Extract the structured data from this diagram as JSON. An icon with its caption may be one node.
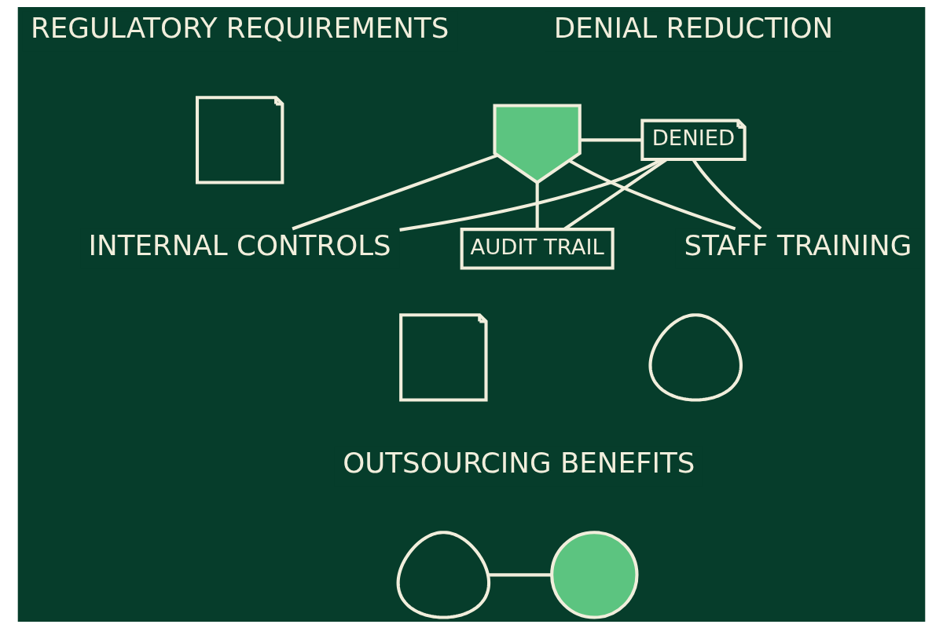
{
  "diagram": {
    "nodes": [
      {
        "text": [],
        "shape": "box"
      },
      {
        "text": [],
        "shape": "shield"
      },
      {
        "text": [
          "DENIED"
        ]
      },
      {
        "text": [
          "INTERNAL CONTROLS"
        ]
      },
      {
        "text": [
          "AUDIT TRAIL"
        ]
      },
      {
        "text": [
          "STAFF TRAINING"
        ]
      },
      {
        "text": [],
        "shape": "box"
      },
      {
        "text": [],
        "shape": "person"
      },
      {
        "text": [],
        "shape": "person"
      },
      {
        "text": [],
        "shape": "circle"
      }
    ],
    "edges": [
      {
        "from": 1,
        "to": 2,
        "arrow": "none"
      },
      {
        "from": 1,
        "to": 3,
        "arrow": "none"
      },
      {
        "from": 1,
        "to": 4,
        "arrow": "none"
      },
      {
        "from": 1,
        "to": 5,
        "arrow": "none"
      },
      {
        "from": 2,
        "to": 3,
        "arrow": "none"
      },
      {
        "from": 2,
        "to": 4,
        "arrow": "none"
      },
      {
        "from": 2,
        "to": 5,
        "arrow": "none"
      },
      {
        "from": 8,
        "to": 9,
        "arrow": "none"
      }
    ],
    "labels": [
      "REGULATORY REQUIREMENTS",
      "DENIAL REDUCTION",
      "OUTSOURCING BENEFITS"
    ]
  }
}
